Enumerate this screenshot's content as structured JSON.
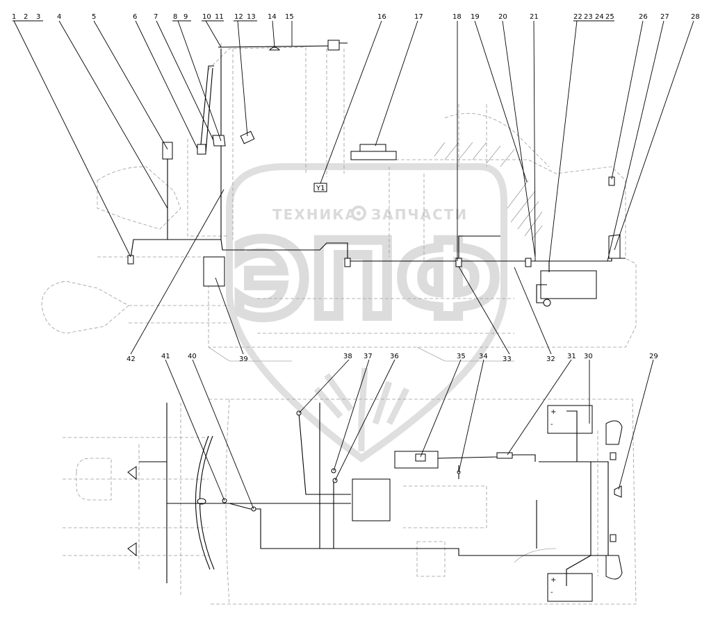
{
  "callouts": [
    "1",
    "2",
    "3",
    "4",
    "5",
    "6",
    "7",
    "8",
    "9",
    "10",
    "11",
    "12",
    "13",
    "14",
    "15",
    "16",
    "17",
    "18",
    "19",
    "20",
    "21",
    "22",
    "23",
    "24",
    "25",
    "26",
    "27",
    "28",
    "29",
    "30",
    "31",
    "32",
    "33",
    "34",
    "35",
    "36",
    "37",
    "38",
    "39",
    "40",
    "41",
    "42"
  ],
  "watermark": {
    "word_left": "ТЕХНИКА",
    "word_right": "ЗАПЧАСТИ",
    "big_letters": "ЭПФ"
  },
  "colors": {
    "line": "#000000",
    "ghost": "#9a9a9a",
    "watermark": "#d6d6d6"
  }
}
